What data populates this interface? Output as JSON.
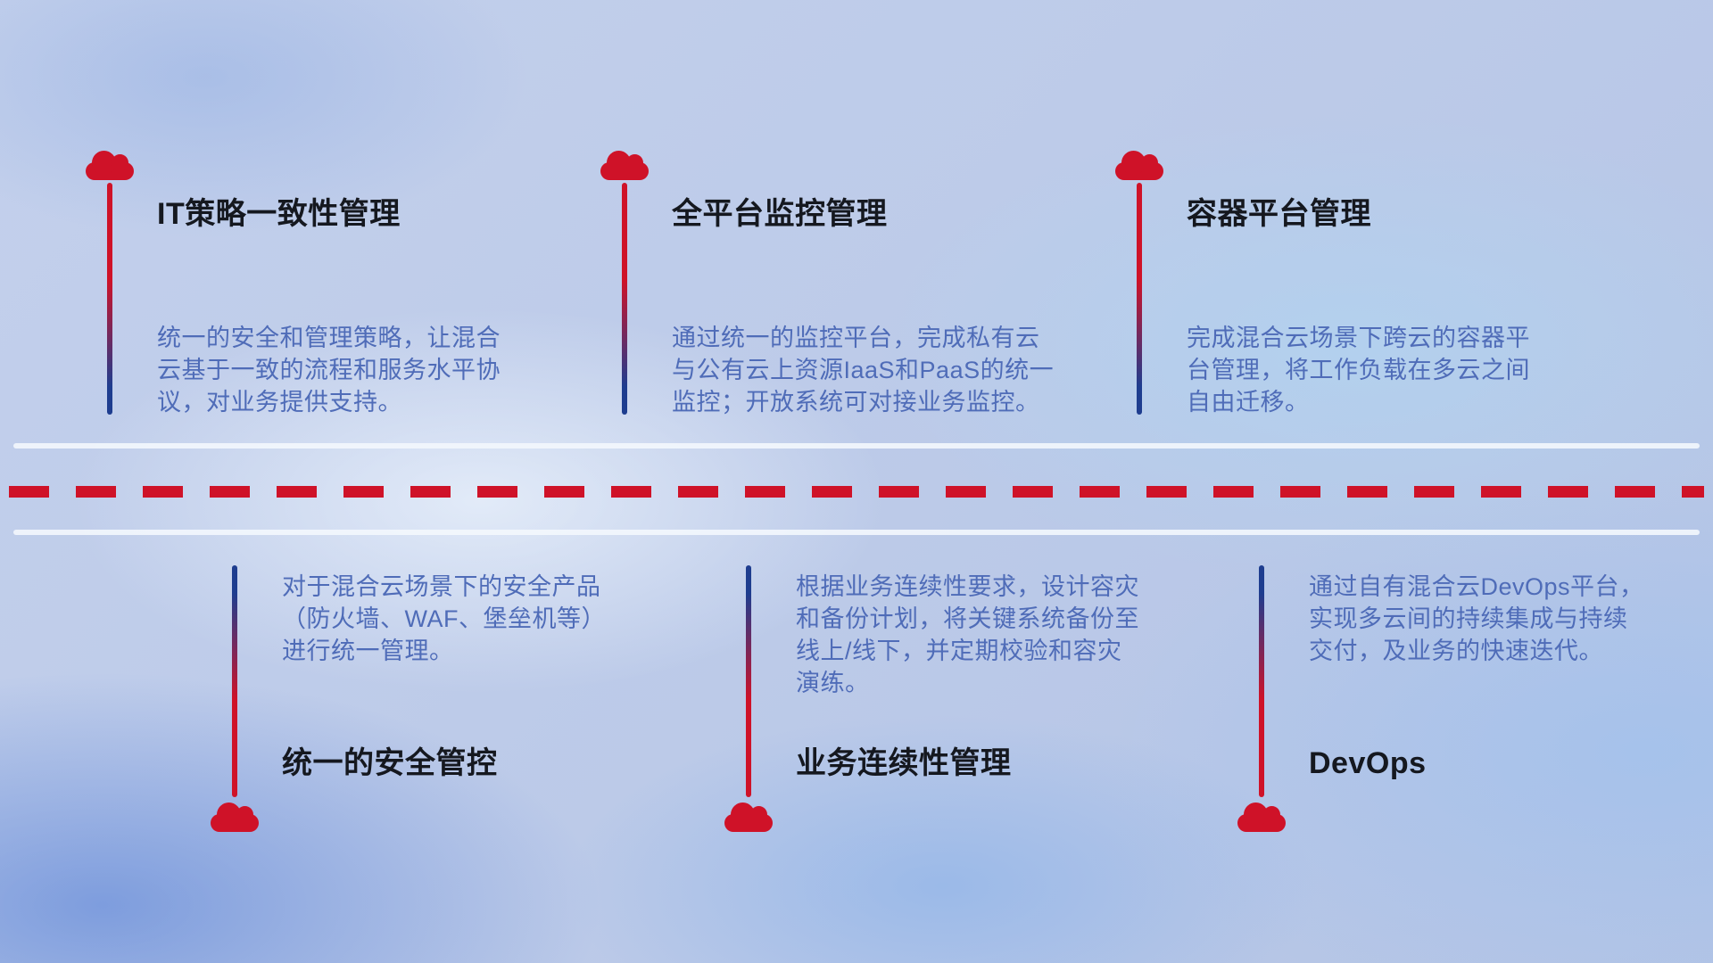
{
  "colors": {
    "accent_red": "#cf1228",
    "stem_blue": "#1e3d8f",
    "title_color": "#15181f",
    "desc_color": "#4f6cb8",
    "divider_color": "#f3f7fd"
  },
  "icons": {
    "cloud_icon": "cloud"
  },
  "top_items": [
    {
      "title": "IT策略一致性管理",
      "desc": "统一的安全和管理策略，让混合云基于一致的流程和服务水平协议，对业务提供支持。"
    },
    {
      "title": "全平台监控管理",
      "desc": "通过统一的监控平台，完成私有云与公有云上资源IaaS和PaaS的统一监控；开放系统可对接业务监控。"
    },
    {
      "title": "容器平台管理",
      "desc": "完成混合云场景下跨云的容器平台管理，将工作负载在多云之间自由迁移。"
    }
  ],
  "bottom_items": [
    {
      "title": "统一的安全管控",
      "desc": "对于混合云场景下的安全产品（防火墙、WAF、堡垒机等）进行统一管理。"
    },
    {
      "title": "业务连续性管理",
      "desc": "根据业务连续性要求，设计容灾和备份计划，将关键系统备份至线上/线下，并定期校验和容灾演练。"
    },
    {
      "title": "DevOps",
      "desc": "通过自有混合云DevOps平台，实现多云间的持续集成与持续交付，及业务的快速迭代。"
    }
  ]
}
